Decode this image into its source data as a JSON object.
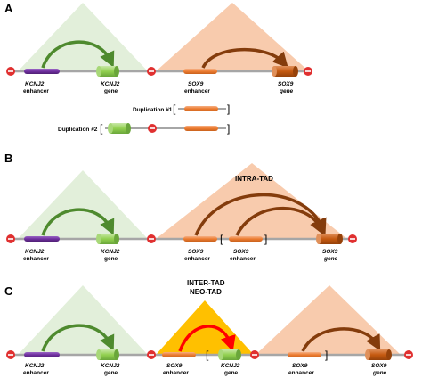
{
  "panels": {
    "a": {
      "letter": "A",
      "kcnj2_enhancer": [
        "KCNJ2",
        "enhancer"
      ],
      "kcnj2_gene": [
        "KCNJ2",
        "gene"
      ],
      "sox9_enhancer": [
        "SOX9",
        "enhancer"
      ],
      "sox9_gene": [
        "SOX9",
        "gene"
      ],
      "dup1_label": "Duplication #1",
      "dup2_label": "Duplication #2"
    },
    "b": {
      "letter": "B",
      "title": "INTRA-TAD",
      "kcnj2_enhancer": [
        "KCNJ2",
        "enhancer"
      ],
      "kcnj2_gene": [
        "KCNJ2",
        "gene"
      ],
      "sox9_enhancer": [
        "SOX9",
        "enhancer"
      ],
      "sox9_enhancer_dup": [
        "SOX9",
        "enhancer"
      ],
      "sox9_gene": [
        "SOX9",
        "gene"
      ]
    },
    "c": {
      "letter": "C",
      "title_1": "INTER-TAD",
      "title_2": "NEO-TAD",
      "kcnj2_enhancer": [
        "KCNJ2",
        "enhancer"
      ],
      "kcnj2_gene": [
        "KCNJ2",
        "gene"
      ],
      "sox9_enhancer_dup": [
        "SOX9",
        "enhancer"
      ],
      "kcnj2_gene_dup": [
        "KCNJ2",
        "gene"
      ],
      "sox9_enhancer": [
        "SOX9",
        "enhancer"
      ],
      "sox9_gene": [
        "SOX9",
        "gene"
      ]
    }
  },
  "colors": {
    "kcnj2_tad": "#e2efda",
    "sox9_tad": "#f8cbad",
    "neo_tad": "#ffc000",
    "kcnj2_enhancer": "#7030a0",
    "kcnj2_gene": "#92d050",
    "sox9_element": "#ed7d31",
    "sox9_gene": "#c55a11",
    "kcnj2_arrow": "#4e8a2e",
    "sox9_arrow": "#843c0c",
    "neo_arrow": "#ff0000",
    "boundary": "#e03030",
    "chromosome": "#a6a6a6"
  },
  "icons": {
    "boundary": "ctcf-boundary-icon"
  }
}
